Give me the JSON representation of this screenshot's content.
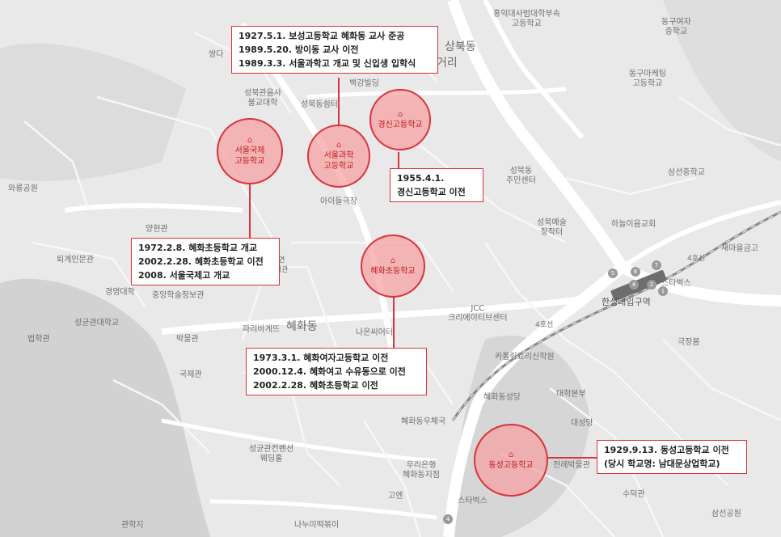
{
  "colors": {
    "accent": "#d9333b",
    "circle_fill": "#f5a0a0",
    "map_bg": "#e9e9e9",
    "road": "#ffffff"
  },
  "schools": [
    {
      "id": "seoul-intl",
      "name": "서울국제\n고등학교"
    },
    {
      "id": "seoul-sci",
      "name": "서울과학\n고등학교"
    },
    {
      "id": "kyungshin",
      "name": "경신고등학교"
    },
    {
      "id": "hyehwa-elem",
      "name": "혜화초등학교"
    },
    {
      "id": "dongsung",
      "name": "동성고등학교"
    }
  ],
  "callouts": [
    {
      "id": "c-seoul-sci",
      "lines": [
        "1927.5.1. 보성고등학교 혜화동 교사 준공",
        "1989.5.20. 방이동 교사 이전",
        "1989.3.3. 서울과학고 개교 및 신입생 입학식"
      ]
    },
    {
      "id": "c-kyungshin",
      "lines": [
        "1955.4.1.",
        "경신고등학교 이전"
      ]
    },
    {
      "id": "c-seoul-intl",
      "lines": [
        "1972.2.8. 혜화초등학교 개교",
        "2002.2.28. 혜화초등학교 이전",
        "2008. 서울국제고 개교"
      ]
    },
    {
      "id": "c-hyehwa-elem",
      "lines": [
        "1973.3.1. 혜화여자고등학교 이전",
        "2000.12.4. 혜화여고 수유동으로 이전",
        "2002.2.28. 혜화초등학교 이전"
      ]
    },
    {
      "id": "c-dongsung",
      "lines": [
        "1929.9.13. 동성고등학교 이전",
        "(당시 학교명: 남대문상업학교)"
      ]
    }
  ],
  "places": {
    "p1": "홍익대사범대학부속\n고등학교",
    "p2": "동구여자\n중학교",
    "p3": "쌍다",
    "p4": "상북동",
    "p5": "거리",
    "p6": "동구마케팅\n고등학교",
    "p7": "백강빌딩",
    "p8": "성북관음사\n불교대학",
    "p9": "성북동쉼터",
    "p10": "와룡공원",
    "p11": "아이들극장",
    "p12": "성북동\n주민센터",
    "p13": "삼선중학교",
    "p14": "양현관",
    "p15": "성북예술\n창작터",
    "p16": "하늘이음교회",
    "p17": "새마을금고",
    "p18": "퇴계인문관",
    "p19": "경영대학",
    "p20": "중앙학술정보관",
    "p21": "연\n학관",
    "p22": "스타벅스",
    "p23": "한성대입구역",
    "p24": "성균관대학교",
    "p25": "법학관",
    "p26": "박물관",
    "p27": "파리바게뜨",
    "p28": "혜화동",
    "p29": "나온씨어터",
    "p30": "JCC\n크리에이티브센터",
    "p31": "극장봄",
    "p32": "카톨릭교리신학원",
    "p33": "국제관",
    "p34": "혜화동성당",
    "p35": "대학본부",
    "p36": "혜화동우체국",
    "p37": "대성당",
    "p38": "성균관컨벤션\n웨딩홀",
    "p39": "우리은행\n혜화동지점",
    "p40": "전례박물관",
    "p41": "고엔",
    "p42": "스타벅스",
    "p43": "수덕관",
    "p44": "관학지",
    "p45": "나누미떡볶이",
    "p46": "삼선공원",
    "line4_a": "4호선",
    "line4_b": "4호선"
  },
  "exits": [
    "1",
    "2",
    "4",
    "5",
    "6",
    "7",
    "4"
  ]
}
